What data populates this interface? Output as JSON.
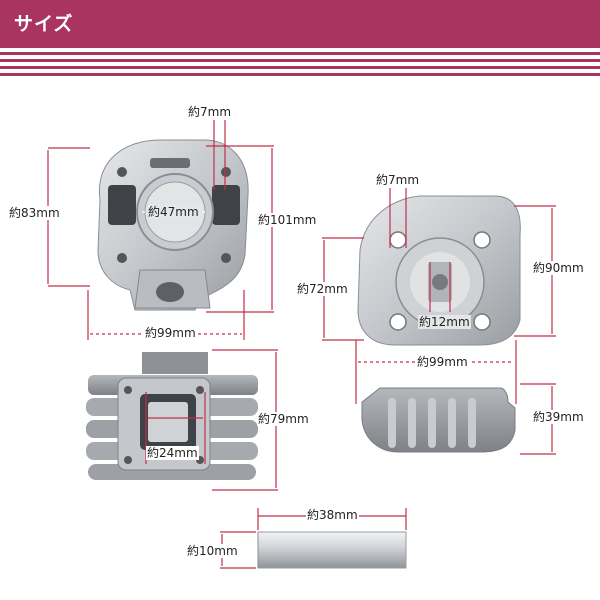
{
  "header": {
    "title": "サイズ",
    "color": "#a8345f"
  },
  "dimension_color": "#c0304a",
  "cylinder": {
    "top_view_labels": {
      "stud_hole": "約7mm",
      "height": "約83mm",
      "bore": "約47mm",
      "overall": "約101mm",
      "width": "約99mm"
    },
    "side_view_labels": {
      "height": "約79mm",
      "port": "約24mm"
    }
  },
  "head": {
    "top_view_labels": {
      "stud_hole": "約7mm",
      "height_inner": "約72mm",
      "plug_hole": "約12mm",
      "height_outer": "約90mm",
      "width": "約99mm"
    },
    "side_view_labels": {
      "height": "約39mm"
    }
  },
  "pin": {
    "labels": {
      "length": "約38mm",
      "diameter": "約10mm"
    }
  }
}
